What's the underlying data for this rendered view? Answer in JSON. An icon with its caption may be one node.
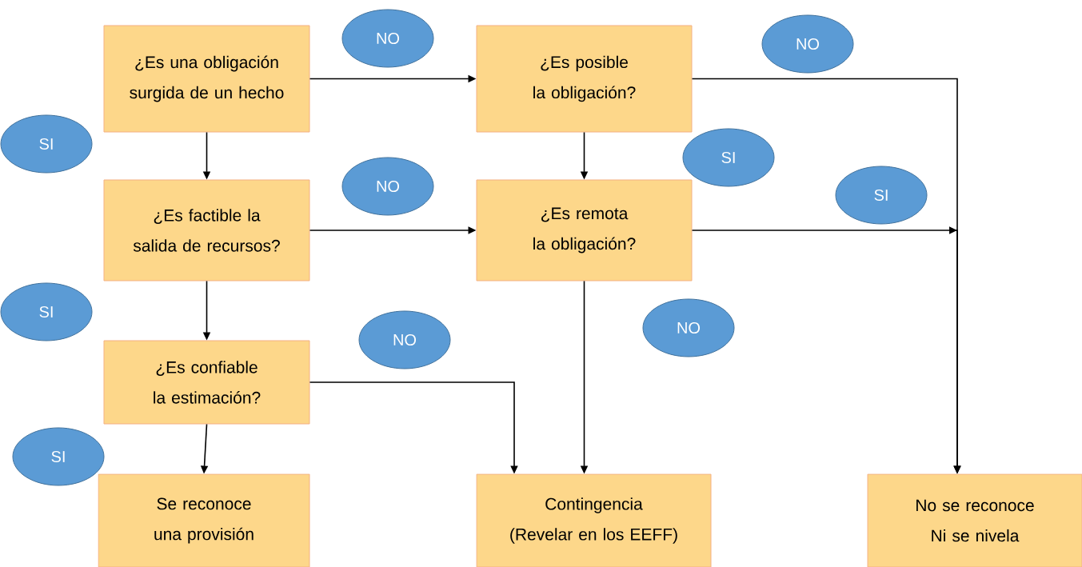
{
  "diagram": {
    "nodes": [
      {
        "text": [
          "¿Es una obligación surgida de un hecho"
        ]
      },
      {
        "text": [
          "¿Es posible la obligación?"
        ]
      },
      {
        "text": [
          "¿Es factible la salida de recursos?"
        ]
      },
      {
        "text": [
          "¿Es remota la obligación?"
        ]
      },
      {
        "text": [
          "¿Es confiable la estimación?"
        ]
      },
      {
        "text": [
          "Se reconoce una provisión"
        ]
      },
      {
        "text": [
          "Contingencia",
          "(Revelar en los EEFF)"
        ]
      },
      {
        "text": [
          "No se reconoce",
          "Ni se nivela"
        ]
      },
      {
        "text": [
          "NO"
        ]
      },
      {
        "text": [
          "NO"
        ]
      },
      {
        "text": [
          "SI"
        ]
      },
      {
        "text": [
          "SI"
        ]
      },
      {
        "text": [
          "NO"
        ]
      },
      {
        "text": [
          "SI"
        ]
      },
      {
        "text": [
          "SI"
        ]
      },
      {
        "text": [
          "NO"
        ]
      },
      {
        "text": [
          "NO"
        ]
      },
      {
        "text": [
          "SI"
        ]
      }
    ],
    "edges": [
      {
        "from": 0,
        "to": 1,
        "arrow": "to"
      },
      {
        "from": 0,
        "to": 2,
        "arrow": "to"
      },
      {
        "from": 1,
        "to": 3,
        "arrow": "to"
      },
      {
        "from": 1,
        "to": 7,
        "arrow": "to"
      },
      {
        "from": 2,
        "to": 3,
        "arrow": "to"
      },
      {
        "from": 3,
        "to": 7,
        "arrow": "to"
      },
      {
        "from": 2,
        "to": 4,
        "arrow": "to"
      },
      {
        "from": 3,
        "to": 6,
        "arrow": "to"
      },
      {
        "from": 4,
        "to": 5,
        "arrow": "to"
      },
      {
        "from": 4,
        "to": 6,
        "arrow": "to"
      }
    ]
  }
}
